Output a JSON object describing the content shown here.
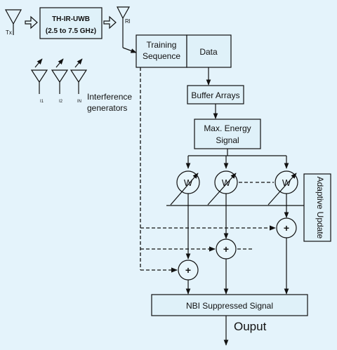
{
  "tx_label": "Tx",
  "rx_label": "Rl",
  "uwb_block": {
    "line1": "TH-IR-UWB",
    "line2": "(2.5 to 7.5 GHz)"
  },
  "training_block": {
    "line1": "Training",
    "line2": "Sequence"
  },
  "data_block": "Data",
  "buffer_block": "Buffer Arrays",
  "energy_block": {
    "line1": "Max. Energy",
    "line2": "Signal"
  },
  "interference": {
    "line1": "Interference",
    "line2": "generators",
    "labels": [
      "I1",
      "I2",
      "IN"
    ]
  },
  "weight_label": "W",
  "sum_label": "+",
  "adaptive_block": "Adaptive Update",
  "nbi_block": "NBI Suppressed Signal",
  "output_label": "Ouput"
}
